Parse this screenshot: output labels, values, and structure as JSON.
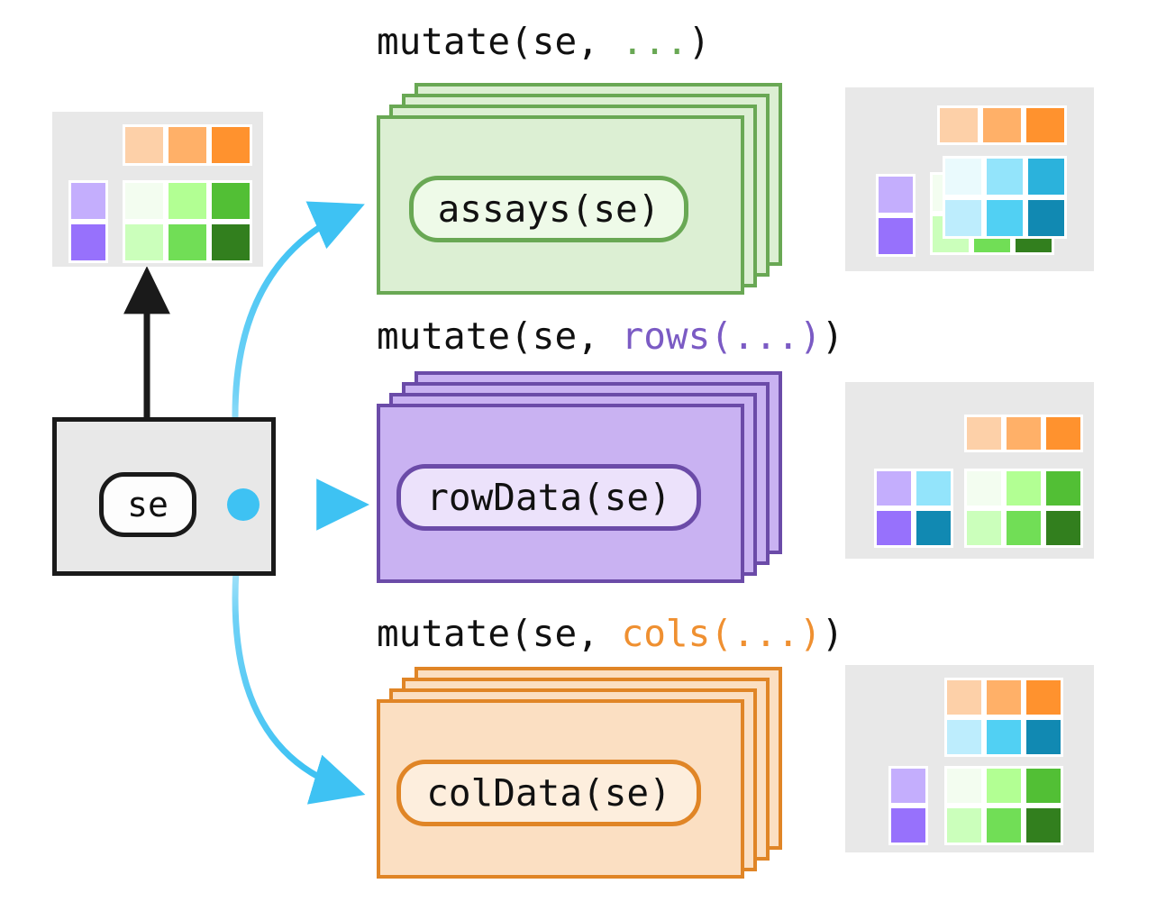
{
  "diagram": {
    "title_hidden": "",
    "source_node_label": "se",
    "colors": {
      "plate_bg": "#e8e8e8",
      "page_bg": "#ffffff",
      "black": "#1a1a1a",
      "blue_accent": "#3ec2f3",
      "green_border": "#69a854",
      "green_fill": "#dcefd3",
      "green_pill_fill": "#eefae8",
      "purple_border": "#6b4ba8",
      "purple_fill": "#c9b2f2",
      "purple_pill_fill": "#ece2fb",
      "orange_border": "#e08526",
      "orange_fill": "#fbdfc2",
      "orange_pill_fill": "#fdeedd",
      "caption_green": "#69a854",
      "caption_purple": "#7b5bc4",
      "caption_orange": "#ef9031"
    },
    "palette": {
      "orange": [
        "#fdd0a8",
        "#ffb068",
        "#ff922e"
      ],
      "purple": [
        "#c4aefd",
        "#9771fc"
      ],
      "green": [
        [
          "#f3fdf0",
          "#b2ff93",
          "#52bf35"
        ],
        [
          "#cbffbb",
          "#71de56",
          "#327f1e"
        ]
      ],
      "blue": [
        [
          "#eafafd",
          "#93e4fb",
          "#2bb2dc"
        ],
        [
          "#bdedfd",
          "#51d0f3",
          "#1189b2"
        ]
      ]
    },
    "source": {
      "name": "source-se-grid",
      "coldata_cells": [
        "#fdd0a8",
        "#ffb068",
        "#ff922e"
      ],
      "rowdata_cells": [
        "#c4aefd",
        "#9771fc"
      ],
      "assay_cells": [
        [
          "#f3fdf0",
          "#b2ff93",
          "#52bf35"
        ],
        [
          "#cbffbb",
          "#71de56",
          "#327f1e"
        ]
      ]
    },
    "branches": [
      {
        "id": "assays",
        "caption_prefix": "mutate(se, ",
        "caption_arg": "...",
        "caption_suffix": ")",
        "card_label": "assays(se)",
        "card_count": 4,
        "theme": "green",
        "result": {
          "name": "result-assays-grid",
          "coldata_cells": [
            "#fdd0a8",
            "#ffb068",
            "#ff922e"
          ],
          "rowdata_cells": [
            "#c4aefd",
            "#9771fc"
          ],
          "assay_cells": [
            [
              "#f3fdf0",
              "#b2ff93",
              "#52bf35"
            ],
            [
              "#cbffbb",
              "#71de56",
              "#327f1e"
            ]
          ],
          "added_assay_cells": [
            [
              "#eafafd",
              "#93e4fb",
              "#2bb2dc"
            ],
            [
              "#bdedfd",
              "#51d0f3",
              "#1189b2"
            ]
          ],
          "added_kind": "overlay-assay-layer"
        }
      },
      {
        "id": "rows",
        "caption_prefix": "mutate(se, ",
        "caption_arg": "rows(...)",
        "caption_suffix": ")",
        "card_label": "rowData(se)",
        "card_count": 4,
        "theme": "purple",
        "result": {
          "name": "result-rowdata-grid",
          "coldata_cells": [
            "#fdd0a8",
            "#ffb068",
            "#ff922e"
          ],
          "rowdata_cells": [
            "#c4aefd",
            "#9771fc"
          ],
          "assay_cells": [
            [
              "#f3fdf0",
              "#b2ff93",
              "#52bf35"
            ],
            [
              "#cbffbb",
              "#71de56",
              "#327f1e"
            ]
          ],
          "added_rowdata_cells": [
            "#93e4fb",
            "#1189b2"
          ],
          "added_kind": "extra-rowdata-column"
        }
      },
      {
        "id": "cols",
        "caption_prefix": "mutate(se, ",
        "caption_arg": "cols(...)",
        "caption_suffix": ")",
        "card_label": "colData(se)",
        "card_count": 4,
        "theme": "orange",
        "result": {
          "name": "result-coldata-grid",
          "coldata_cells": [
            "#fdd0a8",
            "#ffb068",
            "#ff922e"
          ],
          "rowdata_cells": [
            "#c4aefd",
            "#9771fc"
          ],
          "assay_cells": [
            [
              "#f3fdf0",
              "#b2ff93",
              "#52bf35"
            ],
            [
              "#cbffbb",
              "#71de56",
              "#327f1e"
            ]
          ],
          "added_coldata_cells": [
            "#bdedfd",
            "#51d0f3",
            "#1189b2"
          ],
          "added_kind": "extra-coldata-row"
        }
      }
    ],
    "arrows": {
      "source_arrow": "black-up-arrow",
      "branch_arrows": [
        "blue-curve-up",
        "blue-straight",
        "blue-curve-down"
      ]
    }
  }
}
